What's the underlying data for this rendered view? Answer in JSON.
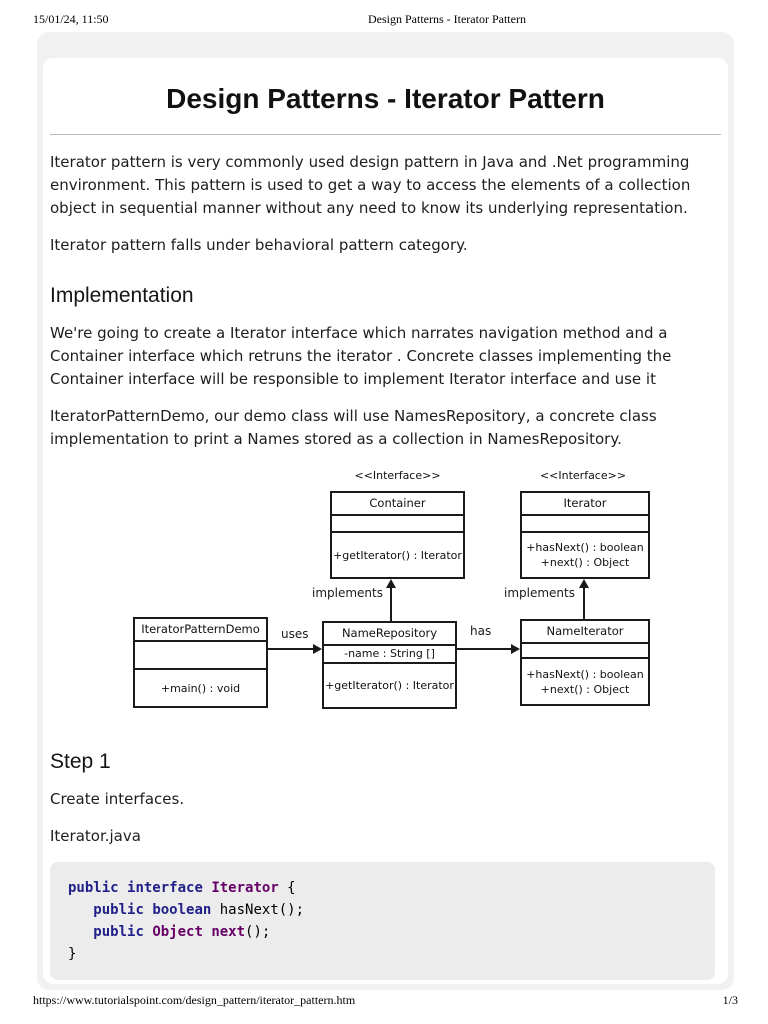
{
  "page_header": {
    "datetime": "15/01/24, 11:50",
    "title": "Design Patterns - Iterator Pattern"
  },
  "article": {
    "title": "Design Patterns - Iterator Pattern",
    "intro": {
      "p1": "Iterator pattern is very commonly used design pattern in Java and .Net programming environment. This pattern is used to get a way to access the elements of a collection object in sequential manner without any need to know its underlying representation.",
      "p2": "Iterator pattern falls under behavioral pattern category."
    },
    "implementation": {
      "heading": "Implementation",
      "p1": "We're going to create a Iterator interface which narrates navigation method and a Container interface which retruns the iterator . Concrete classes implementing the Container interface will be responsible to implement Iterator interface and use it",
      "p2": "IteratorPatternDemo, our demo class will use NamesRepository, a concrete class implementation to print a Names stored as a collection in NamesRepository."
    },
    "step1": {
      "heading": "Step 1",
      "p1": "Create interfaces.",
      "filename": "Iterator.java"
    }
  },
  "diagram": {
    "stereotype": "<<Interface>>",
    "boxes": {
      "container": {
        "title": "Container",
        "methods": [
          "+getIterator() : Iterator"
        ]
      },
      "iterator": {
        "title": "Iterator",
        "methods": [
          "+hasNext()  : boolean",
          "+next() : Object"
        ]
      },
      "demo": {
        "title": "IteratorPatternDemo",
        "methods": [
          "+main()  : void"
        ]
      },
      "name_repository": {
        "title": "NameRepository",
        "attributes": [
          "-name : String []"
        ],
        "methods": [
          "+getIterator() : Iterator"
        ]
      },
      "name_iterator": {
        "title": "NameIterator",
        "methods": [
          "+hasNext()  : boolean",
          "+next() : Object"
        ]
      }
    },
    "labels": {
      "implements1": "implements",
      "implements2": "implements",
      "uses": "uses",
      "has": "has"
    }
  },
  "code": {
    "colors": {
      "kwd": "#202088",
      "typ": "#660066",
      "pln": "#000000"
    },
    "background": "#ececec",
    "lines": [
      [
        [
          "kwd",
          "public"
        ],
        [
          "pln",
          " "
        ],
        [
          "kwd",
          "interface"
        ],
        [
          "pln",
          " "
        ],
        [
          "typ",
          "Iterator"
        ],
        [
          "pln",
          " {"
        ]
      ],
      [
        [
          "pln",
          "   "
        ],
        [
          "kwd",
          "public"
        ],
        [
          "pln",
          " "
        ],
        [
          "kwd",
          "boolean"
        ],
        [
          "pln",
          " hasNext();"
        ]
      ],
      [
        [
          "pln",
          "   "
        ],
        [
          "kwd",
          "public"
        ],
        [
          "pln",
          " "
        ],
        [
          "typ",
          "Object"
        ],
        [
          "pln",
          " "
        ],
        [
          "typ",
          "next"
        ],
        [
          "pln",
          "();"
        ]
      ],
      [
        [
          "pln",
          "}"
        ]
      ]
    ]
  },
  "page_footer": {
    "url": "https://www.tutorialspoint.com/design_pattern/iterator_pattern.htm",
    "page": "1/3"
  }
}
